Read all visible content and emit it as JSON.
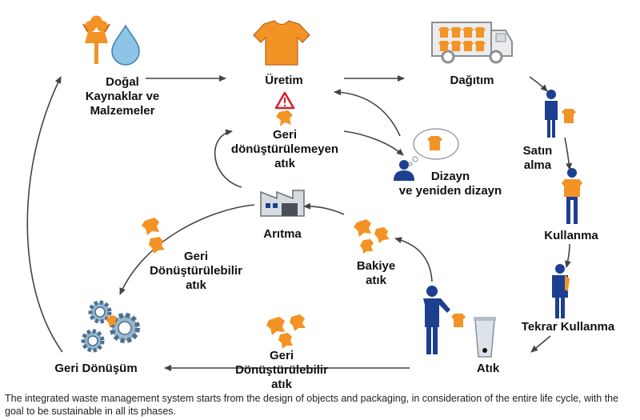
{
  "nodes": {
    "natural_resources": [
      "Doğal",
      "Kaynaklar ve",
      "Malzemeler"
    ],
    "production": [
      "Üretim"
    ],
    "distribution": [
      "Dağıtım"
    ],
    "non_recyclable_waste": [
      "Geri",
      "dönüştürülemeyen",
      "atık"
    ],
    "design": [
      "Dizayn",
      "ve yeniden dizayn"
    ],
    "purchase": [
      "Satın",
      "alma"
    ],
    "use": [
      "Kullanma"
    ],
    "reuse": [
      "Tekrar Kullanma"
    ],
    "waste": [
      "Atık"
    ],
    "treatment": [
      "Arıtma"
    ],
    "residual_waste": [
      "Bakiye",
      "atık"
    ],
    "recyclable_waste_upper": [
      "Geri",
      "Dönüştürülebilir",
      "atık"
    ],
    "recyclable_waste_lower": [
      "Geri",
      "Dönüştürülebilir",
      "atık"
    ],
    "recycling": [
      "Geri Dönüşüm"
    ]
  },
  "colors": {
    "orange": "#f39326",
    "blue": "#1d3f8f",
    "light_blue": "#8fc4e6",
    "gray": "#9aa0a8",
    "arrow": "#444444"
  },
  "caption": "The integrated waste management system starts from the design of objects and packaging, in consideration of the entire life cycle, with the goal to be sustainable in all its phases."
}
